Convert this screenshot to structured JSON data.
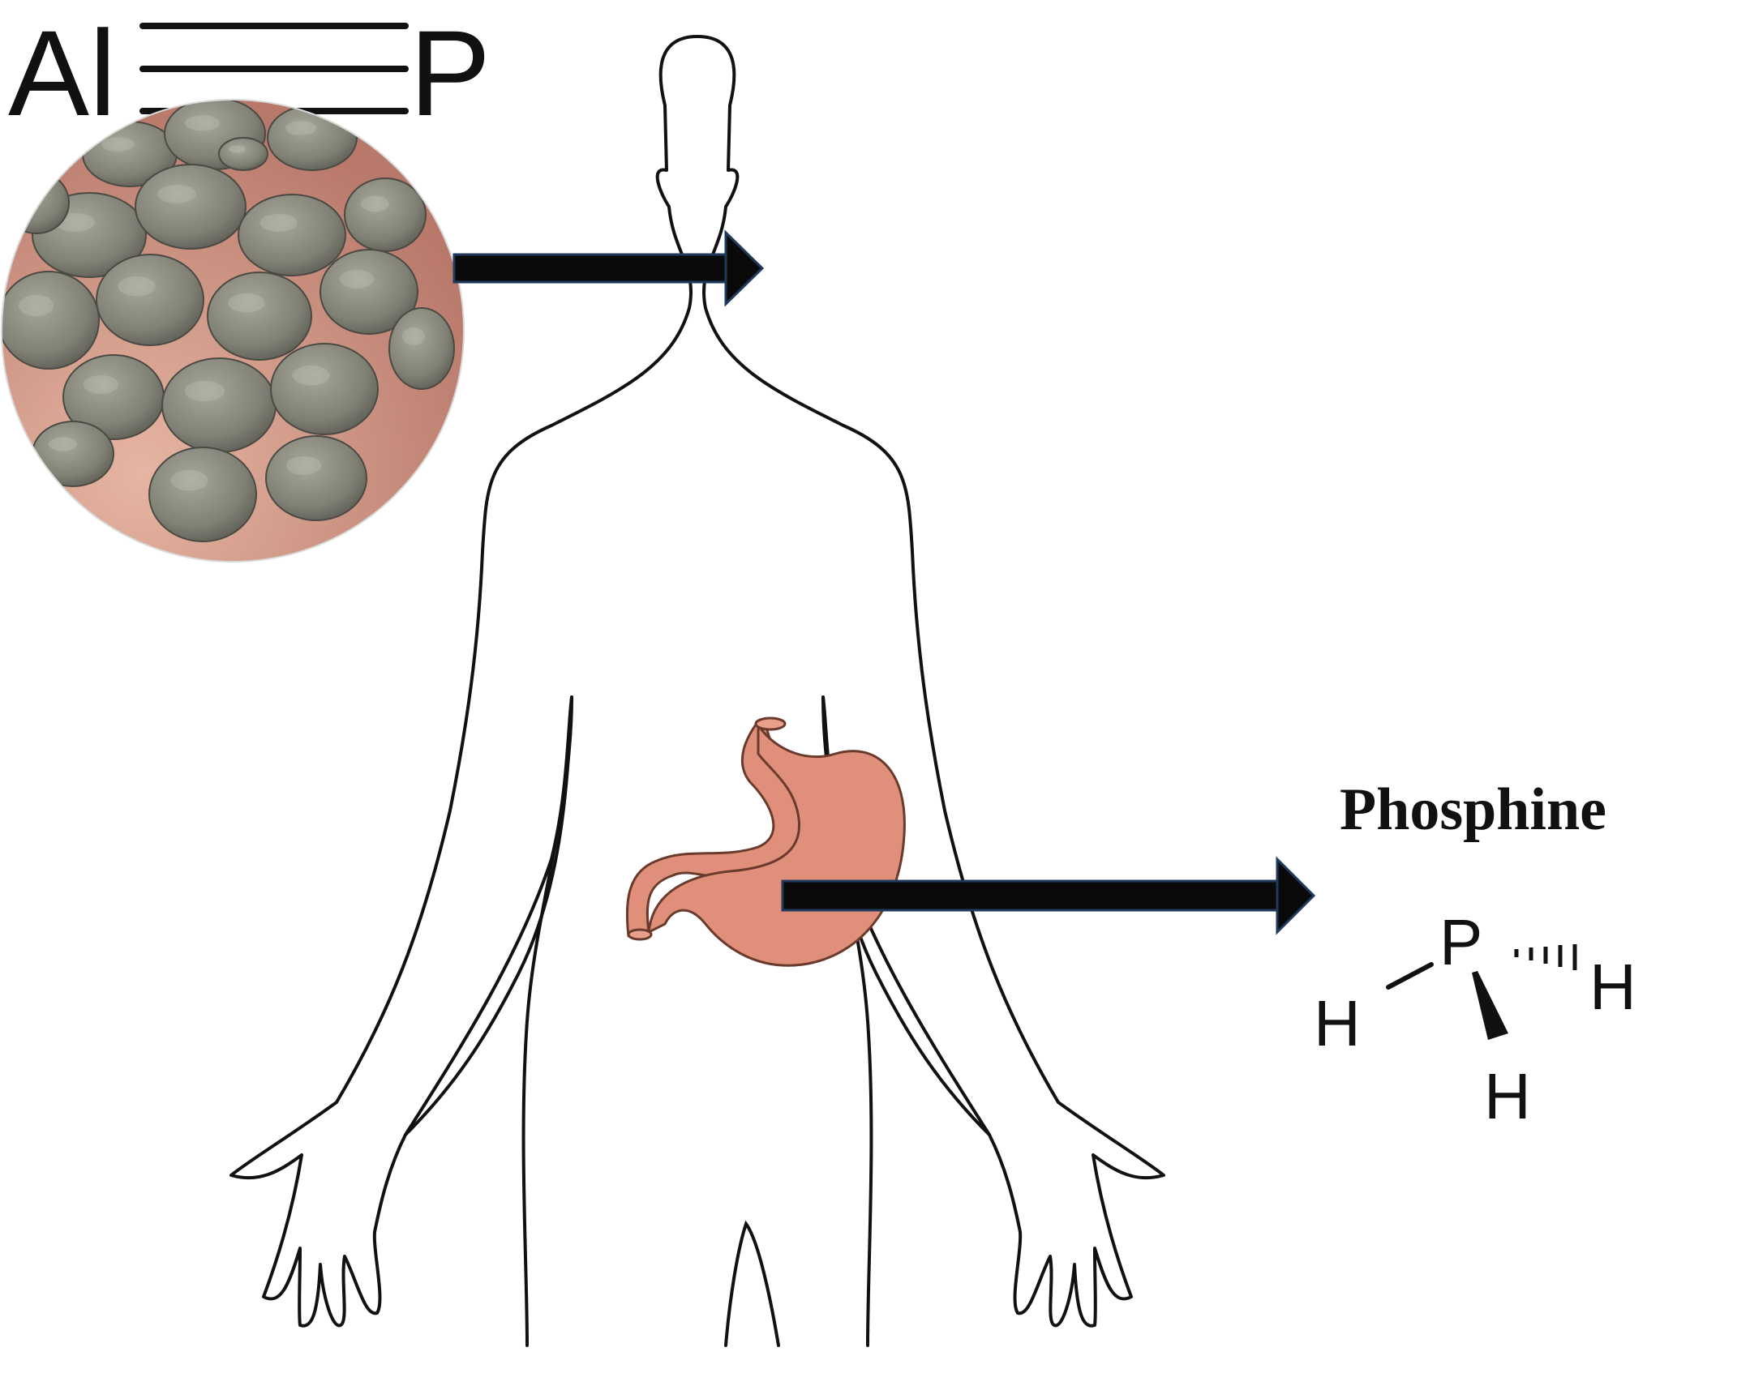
{
  "formula": {
    "left_symbol": "Al",
    "right_symbol": "P"
  },
  "product": {
    "name": "Phosphine",
    "central_atom": "P",
    "h_left": "H",
    "h_right": "H",
    "h_bottom": "H"
  },
  "colors": {
    "outline": "#111111",
    "arrow": "#0a0a0a",
    "arrow_edge": "#1f3a5c",
    "stomach_fill": "#e0907a",
    "stomach_stroke": "#6a3a2c",
    "tablet": "#8c8c80",
    "skin": "#d8a08c"
  },
  "icons": {
    "tablets_photo": "aluminium-phosphide-tablets",
    "body_outline": "human-body-silhouette",
    "stomach": "stomach-organ",
    "arrow": "right-arrow"
  }
}
